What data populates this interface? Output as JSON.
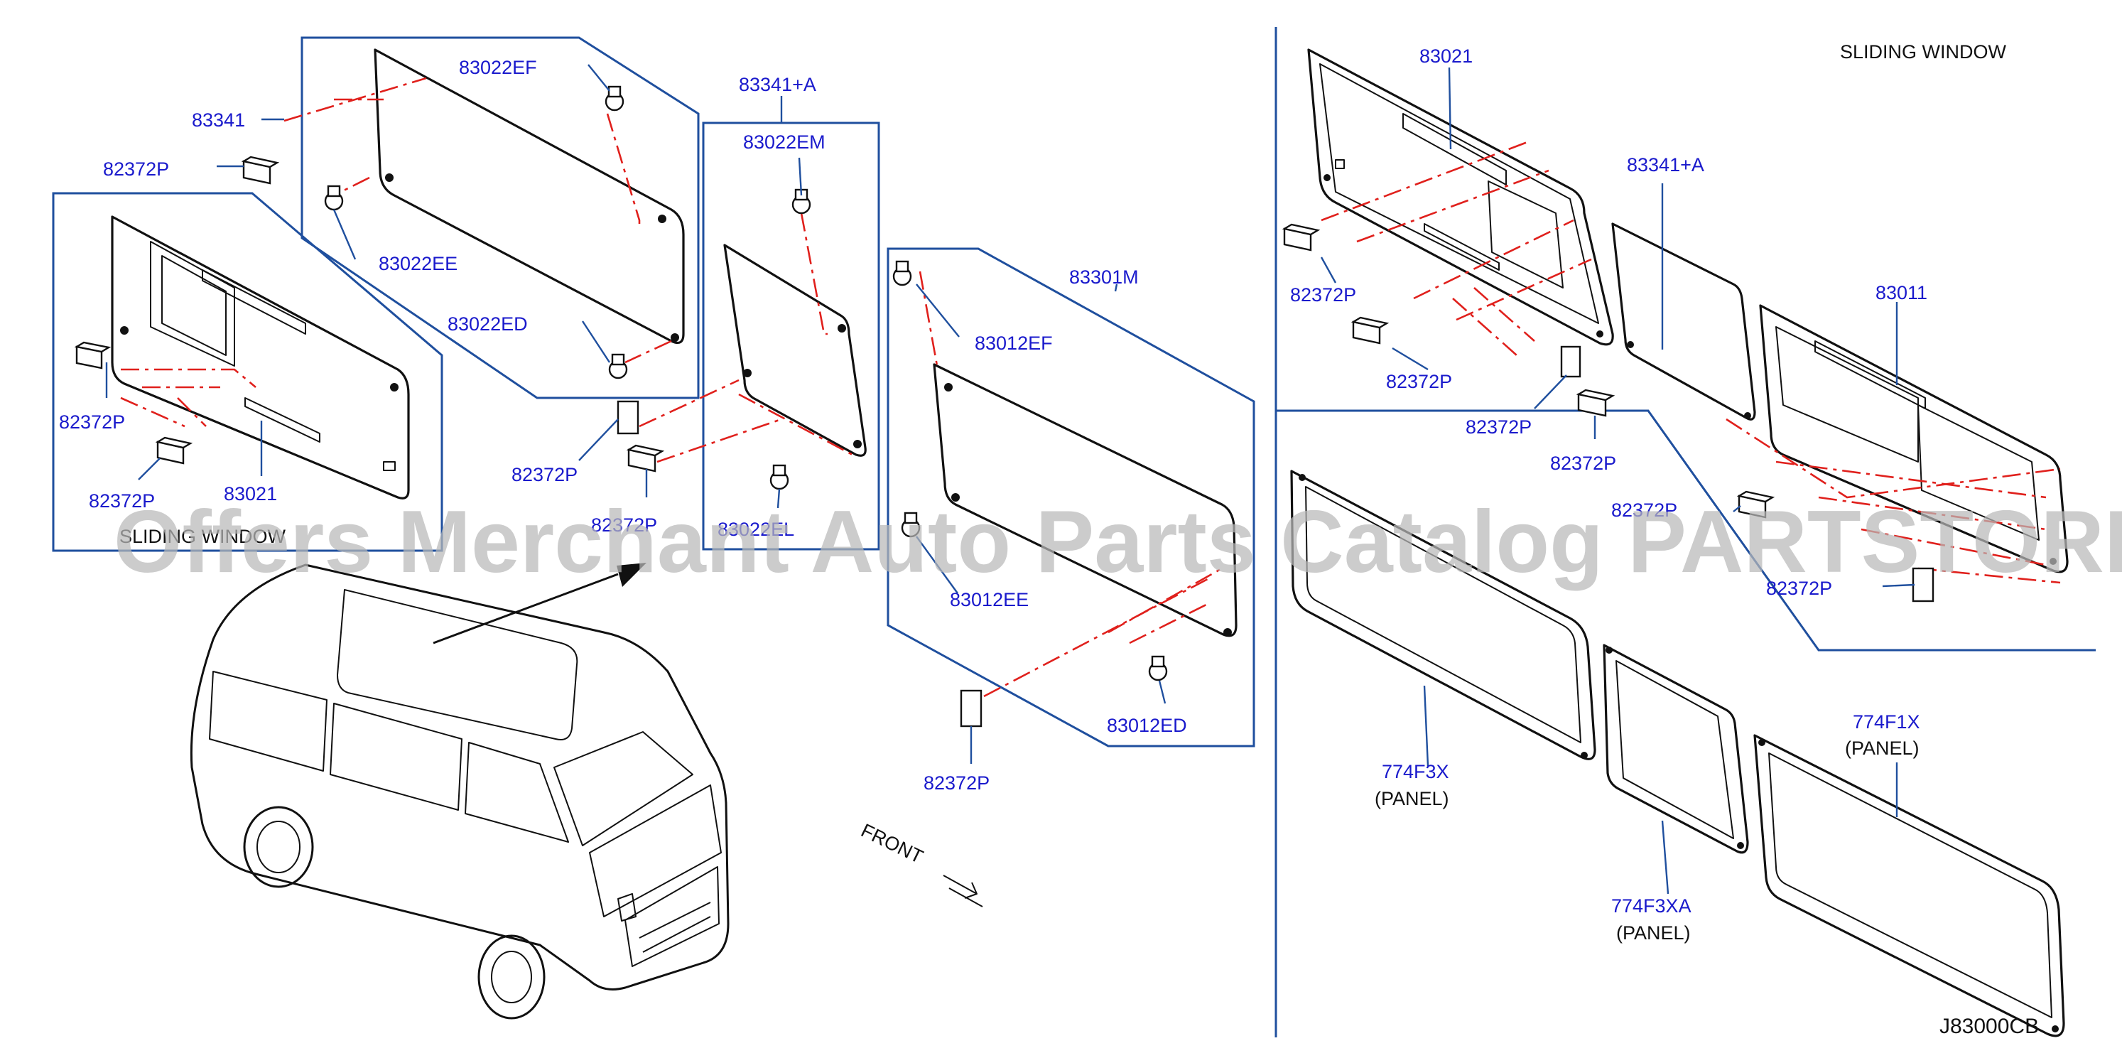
{
  "diagram": {
    "page_code": "J83000CB",
    "watermark": "Offers Merchant Auto Parts Catalog PARTSTORE.SA",
    "sliding_window_right": "SLIDING   WINDOW",
    "sliding_window_left": "SLIDING WINDOW",
    "front_label": "FRONT",
    "parts": {
      "p83341": "83341",
      "p82372P_a": "82372P",
      "p83022EF": "83022EF",
      "p83022EE": "83022EE",
      "p83022ED": "83022ED",
      "p82372P_b": "82372P",
      "p82372P_c": "82372P",
      "p83021_left": "83021",
      "p83341A_mid": "83341+A",
      "p83022EM": "83022EM",
      "p82372P_d": "82372P",
      "p82372P_e": "82372P",
      "p83022EL": "83022EL",
      "p83301M": "83301M",
      "p83012EF": "83012EF",
      "p83012EE": "83012EE",
      "p83012ED": "83012ED",
      "p82372P_f": "82372P",
      "p83021_right": "83021",
      "p83341A_right": "83341+A",
      "p83011": "83011",
      "p82372P_g": "82372P",
      "p82372P_h": "82372P",
      "p82372P_i": "82372P",
      "p82372P_j": "82372P",
      "p82372P_k": "82372P",
      "p82372P_l": "82372P",
      "p774F3X": "774F3X",
      "p774F3XA": "774F3XA",
      "p774F1X": "774F1X",
      "panel_1": "(PANEL)",
      "panel_2": "(PANEL)",
      "panel_3": "(PANEL)"
    }
  }
}
